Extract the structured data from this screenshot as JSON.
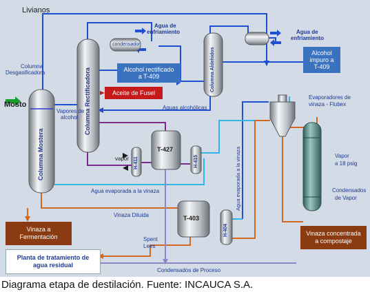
{
  "caption": "Diagrama etapa de destilación. Fuente: INCAUCA S.A.",
  "labels": {
    "livianos": "Livianos",
    "mosto": "Mosto",
    "columna_desgasificadora_1": "Columna",
    "columna_desgasificadora_2": "Desgasificadora",
    "columna_mostera": "Columna Mostera",
    "columna_rectificadora": "Columna Rectificadora",
    "columna_aldehidos": "Columna Aldehidos",
    "condensador": "condensador",
    "agua_enfriamiento_1a": "Agua de",
    "agua_enfriamiento_1b": "enfriamiento",
    "agua_enfriamiento_2a": "Agua de",
    "agua_enfriamiento_2b": "enfriamiento",
    "vapores_alcohol_1": "Vapores de",
    "vapores_alcohol_2": "alcohol",
    "aguas_alcoholicas": "Aguas alcohólicas",
    "vapor": "vapor",
    "t427": "T-427",
    "h411": "H-411",
    "h415": "H-415",
    "t403": "T-403",
    "h404": "H-404",
    "agua_evaporada_vinaza": "Agua evaporada a la vinaza",
    "agua_evaporada_vinaza_vertical": "Agua evaporada a la vinaza",
    "vinaza_diluida": "Vinaza Diluida",
    "spent_lees_1": "Spent",
    "spent_lees_2": "Lees",
    "condensados_proceso": "Condensados de Proceso",
    "evaporadores_1": "Evaporadores de",
    "evaporadores_2": "vinaza - Flubex",
    "vapor_18_1": "Vapor",
    "vapor_18_2": "a 18 psig",
    "condensados_vapor_1": "Condensados",
    "condensados_vapor_2": "de Vapor"
  },
  "boxes": {
    "alcohol_rectificado_1": "Alcohol rectificado",
    "alcohol_rectificado_2": "a T-409",
    "alcohol_impuro_1": "Alcohol",
    "alcohol_impuro_2": "impuro a",
    "alcohol_impuro_3": "T-409",
    "aceite_fusel": "Aceite de Fusel",
    "vinaza_fermentacion_1": "Vinaza a",
    "vinaza_fermentacion_2": "Fermentación",
    "planta_tratamiento_1": "Planta de tratamiento de",
    "planta_tratamiento_2": "agua residual",
    "vinaza_concentrada_1": "Vinaza concentrada",
    "vinaza_concentrada_2": "a compostaje"
  },
  "colors": {
    "background": "#d2dbe6",
    "stream_blue": "#1f4fd1",
    "stream_orange": "#d2691e",
    "stream_cyan": "#33b4e6",
    "stream_purple": "#7a2a8c",
    "stream_lilac": "#8c86c8",
    "box_blue": "#3a72c0",
    "box_red": "#c61a1a",
    "box_brown": "#8a3b12",
    "box_white": "#ffffff",
    "evaporator_teal": "#4f8a86"
  }
}
